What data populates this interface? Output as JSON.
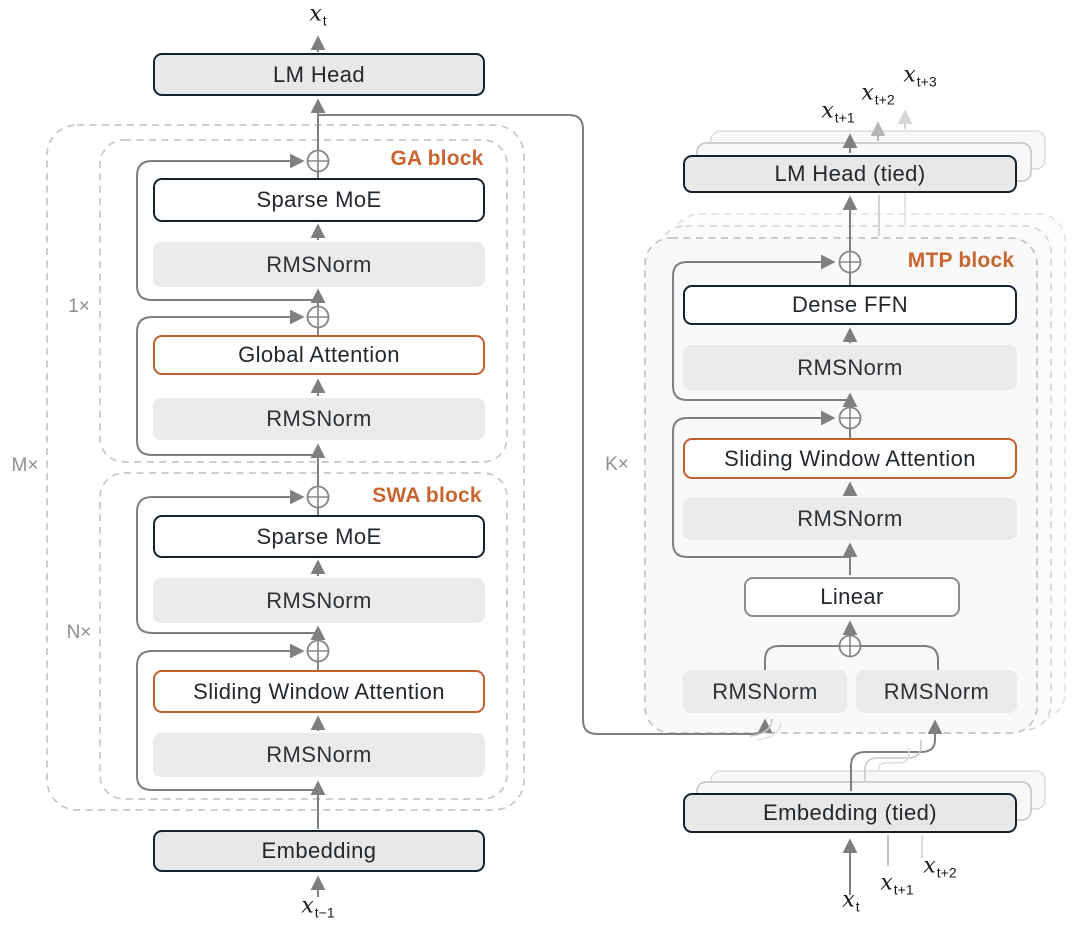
{
  "left_column": {
    "output_token": {
      "base": "x",
      "sub": "t"
    },
    "lm_head": "LM Head",
    "outer_repeat": "M×",
    "ga_block": {
      "title": "GA block",
      "repeat": "1×",
      "moe": "Sparse MoE",
      "norm_top": "RMSNorm",
      "attention": "Global Attention",
      "norm_bottom": "RMSNorm"
    },
    "swa_block": {
      "title": "SWA block",
      "repeat": "N×",
      "moe": "Sparse MoE",
      "norm_top": "RMSNorm",
      "attention": "Sliding Window Attention",
      "norm_bottom": "RMSNorm"
    },
    "embedding": "Embedding",
    "input_token": {
      "base": "x",
      "sub": "t−1"
    }
  },
  "right_column": {
    "output_tokens": [
      {
        "base": "x",
        "sub": "t+1"
      },
      {
        "base": "x",
        "sub": "t+2"
      },
      {
        "base": "x",
        "sub": "t+3"
      }
    ],
    "lm_head": "LM Head (tied)",
    "mtp_block": {
      "title": "MTP block",
      "repeat": "K×",
      "ffn": "Dense FFN",
      "norm_top": "RMSNorm",
      "attention": "Sliding Window Attention",
      "norm_mid": "RMSNorm",
      "linear": "Linear",
      "norm_left": "RMSNorm",
      "norm_right": "RMSNorm"
    },
    "embedding": "Embedding (tied)",
    "input_tokens": [
      {
        "base": "x",
        "sub": "t"
      },
      {
        "base": "x",
        "sub": "t+1"
      },
      {
        "base": "x",
        "sub": "t+2"
      }
    ]
  },
  "colors": {
    "accent_orange": "#C96530",
    "node_border_dark": "#16222D",
    "node_border_orange": "#C2602F",
    "line_gray": "#7F7F7F",
    "dashed_gray": "#C5C5C5",
    "node_fill_gray": "#E8E8E8",
    "norm_fill": "#EBEBEB"
  }
}
